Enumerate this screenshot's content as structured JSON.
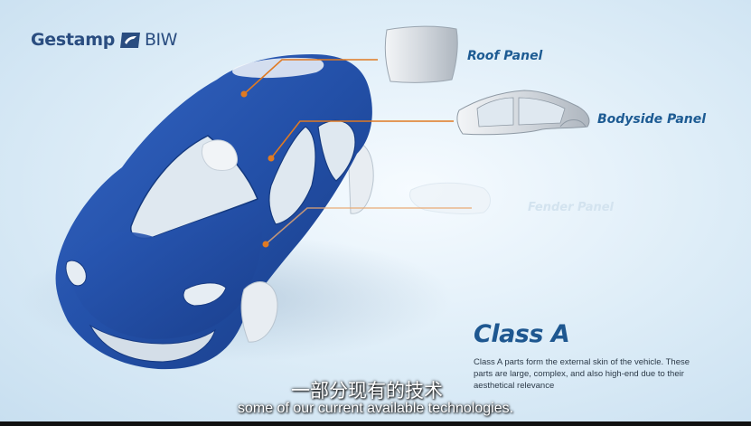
{
  "logo": {
    "brand": "Gestamp",
    "suffix": "BIW",
    "brand_color": "#2a4d80"
  },
  "panels": {
    "roof": "Roof Panel",
    "bodyside": "Bodyside Panel",
    "fender": "Fender Panel"
  },
  "info": {
    "title": "Class A",
    "description": "Class A parts form the external skin of the vehicle. These parts are large, complex, and also high-end due to their aesthetical relevance"
  },
  "subtitles": {
    "chinese": "一部分现有的技术",
    "english": "some of our current available technologies."
  },
  "colors": {
    "car_body": "#2350a8",
    "callout_line": "#e07a22",
    "accent_text": "#1d5b93"
  }
}
